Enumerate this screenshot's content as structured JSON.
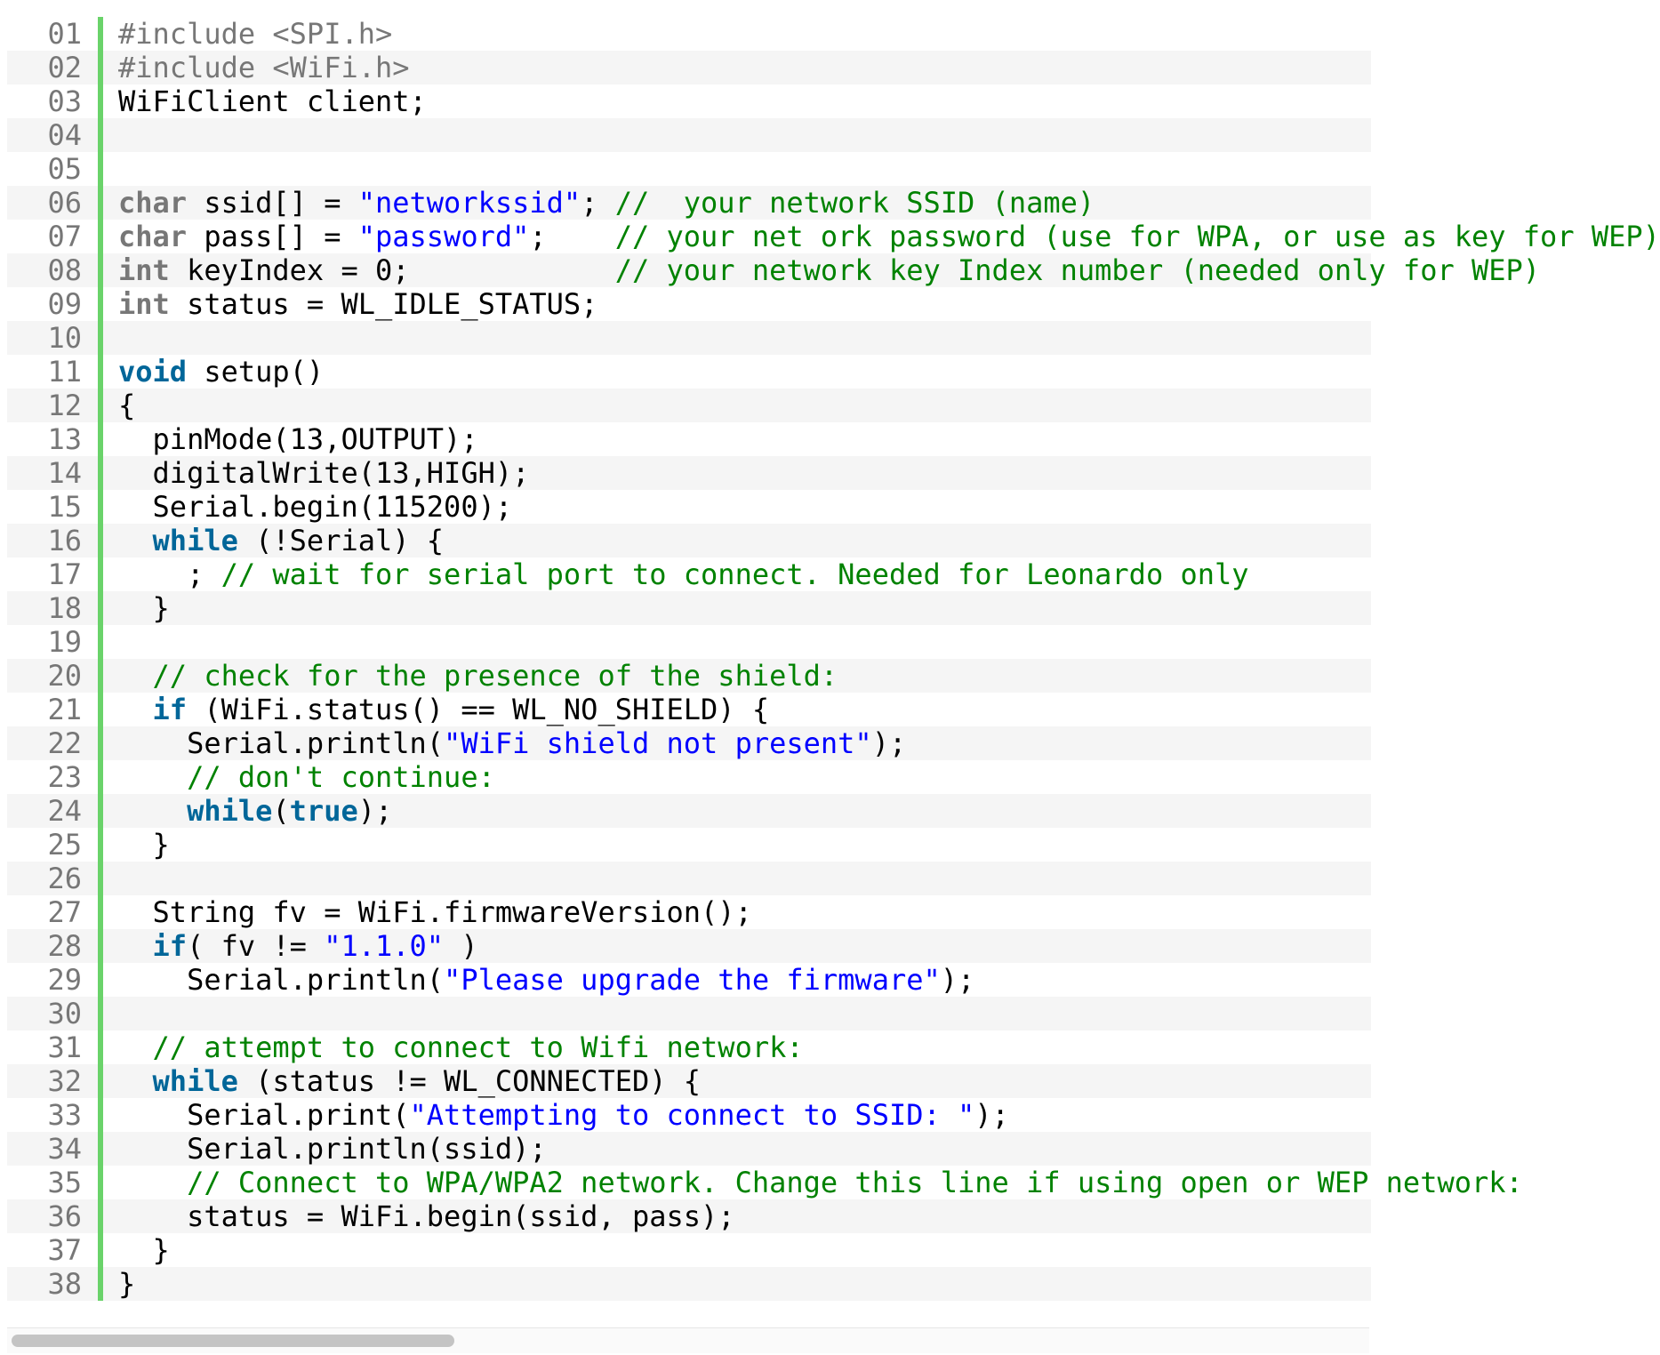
{
  "colors": {
    "keyword": "#006699",
    "type": "#777777",
    "string": "#0000ff",
    "comment": "#008200",
    "preprocessor": "#777777",
    "line_number": "#777777",
    "gutter_bar": "#6ad36a",
    "alt_row_bg": "#f5f5f5"
  },
  "code_lines": [
    {
      "number": "01",
      "tokens": [
        {
          "t": "#include <SPI.h>",
          "k": "preproc"
        }
      ]
    },
    {
      "number": "02",
      "tokens": [
        {
          "t": "#include <WiFi.h>",
          "k": "preproc"
        }
      ]
    },
    {
      "number": "03",
      "tokens": [
        {
          "t": "WiFiClient client;",
          "k": "plain"
        }
      ]
    },
    {
      "number": "04",
      "tokens": []
    },
    {
      "number": "05",
      "tokens": []
    },
    {
      "number": "06",
      "tokens": [
        {
          "t": "char",
          "k": "type"
        },
        {
          "t": " ssid[] = ",
          "k": "plain"
        },
        {
          "t": "\"networkssid\"",
          "k": "string"
        },
        {
          "t": "; ",
          "k": "plain"
        },
        {
          "t": "//  your network SSID (name)",
          "k": "comment"
        }
      ]
    },
    {
      "number": "07",
      "tokens": [
        {
          "t": "char",
          "k": "type"
        },
        {
          "t": " pass[] = ",
          "k": "plain"
        },
        {
          "t": "\"password\"",
          "k": "string"
        },
        {
          "t": ";    ",
          "k": "plain"
        },
        {
          "t": "// your net ork password (use for WPA, or use as key for WEP)",
          "k": "comment"
        }
      ]
    },
    {
      "number": "08",
      "tokens": [
        {
          "t": "int",
          "k": "type"
        },
        {
          "t": " keyIndex = 0;            ",
          "k": "plain"
        },
        {
          "t": "// your network key Index number (needed only for WEP)",
          "k": "comment"
        }
      ]
    },
    {
      "number": "09",
      "tokens": [
        {
          "t": "int",
          "k": "type"
        },
        {
          "t": " status = WL_IDLE_STATUS;",
          "k": "plain"
        }
      ]
    },
    {
      "number": "10",
      "tokens": []
    },
    {
      "number": "11",
      "tokens": [
        {
          "t": "void",
          "k": "keyword"
        },
        {
          "t": " setup()",
          "k": "plain"
        }
      ]
    },
    {
      "number": "12",
      "tokens": [
        {
          "t": "{",
          "k": "plain"
        }
      ]
    },
    {
      "number": "13",
      "tokens": [
        {
          "t": "  pinMode(13,OUTPUT);",
          "k": "plain"
        }
      ]
    },
    {
      "number": "14",
      "tokens": [
        {
          "t": "  digitalWrite(13,HIGH);",
          "k": "plain"
        }
      ]
    },
    {
      "number": "15",
      "tokens": [
        {
          "t": "  Serial.begin(115200);",
          "k": "plain"
        }
      ]
    },
    {
      "number": "16",
      "tokens": [
        {
          "t": "  ",
          "k": "plain"
        },
        {
          "t": "while",
          "k": "keyword"
        },
        {
          "t": " (!Serial) {",
          "k": "plain"
        }
      ]
    },
    {
      "number": "17",
      "tokens": [
        {
          "t": "    ; ",
          "k": "plain"
        },
        {
          "t": "// wait for serial port to connect. Needed for Leonardo only",
          "k": "comment"
        }
      ]
    },
    {
      "number": "18",
      "tokens": [
        {
          "t": "  }",
          "k": "plain"
        }
      ]
    },
    {
      "number": "19",
      "tokens": []
    },
    {
      "number": "20",
      "tokens": [
        {
          "t": "  ",
          "k": "plain"
        },
        {
          "t": "// check for the presence of the shield:",
          "k": "comment"
        }
      ]
    },
    {
      "number": "21",
      "tokens": [
        {
          "t": "  ",
          "k": "plain"
        },
        {
          "t": "if",
          "k": "keyword"
        },
        {
          "t": " (WiFi.status() == WL_NO_SHIELD) {",
          "k": "plain"
        }
      ]
    },
    {
      "number": "22",
      "tokens": [
        {
          "t": "    Serial.println(",
          "k": "plain"
        },
        {
          "t": "\"WiFi shield not present\"",
          "k": "string"
        },
        {
          "t": ");",
          "k": "plain"
        }
      ]
    },
    {
      "number": "23",
      "tokens": [
        {
          "t": "    ",
          "k": "plain"
        },
        {
          "t": "// don't continue:",
          "k": "comment"
        }
      ]
    },
    {
      "number": "24",
      "tokens": [
        {
          "t": "    ",
          "k": "plain"
        },
        {
          "t": "while",
          "k": "keyword"
        },
        {
          "t": "(",
          "k": "plain"
        },
        {
          "t": "true",
          "k": "keyword"
        },
        {
          "t": ");",
          "k": "plain"
        }
      ]
    },
    {
      "number": "25",
      "tokens": [
        {
          "t": "  }",
          "k": "plain"
        }
      ]
    },
    {
      "number": "26",
      "tokens": []
    },
    {
      "number": "27",
      "tokens": [
        {
          "t": "  String fv = WiFi.firmwareVersion();",
          "k": "plain"
        }
      ]
    },
    {
      "number": "28",
      "tokens": [
        {
          "t": "  ",
          "k": "plain"
        },
        {
          "t": "if",
          "k": "keyword"
        },
        {
          "t": "( fv != ",
          "k": "plain"
        },
        {
          "t": "\"1.1.0\"",
          "k": "string"
        },
        {
          "t": " )",
          "k": "plain"
        }
      ]
    },
    {
      "number": "29",
      "tokens": [
        {
          "t": "    Serial.println(",
          "k": "plain"
        },
        {
          "t": "\"Please upgrade the firmware\"",
          "k": "string"
        },
        {
          "t": ");",
          "k": "plain"
        }
      ]
    },
    {
      "number": "30",
      "tokens": []
    },
    {
      "number": "31",
      "tokens": [
        {
          "t": "  ",
          "k": "plain"
        },
        {
          "t": "// attempt to connect to Wifi network:",
          "k": "comment"
        }
      ]
    },
    {
      "number": "32",
      "tokens": [
        {
          "t": "  ",
          "k": "plain"
        },
        {
          "t": "while",
          "k": "keyword"
        },
        {
          "t": " (status != WL_CONNECTED) {",
          "k": "plain"
        }
      ]
    },
    {
      "number": "33",
      "tokens": [
        {
          "t": "    Serial.print(",
          "k": "plain"
        },
        {
          "t": "\"Attempting to connect to SSID: \"",
          "k": "string"
        },
        {
          "t": ");",
          "k": "plain"
        }
      ]
    },
    {
      "number": "34",
      "tokens": [
        {
          "t": "    Serial.println(ssid);",
          "k": "plain"
        }
      ]
    },
    {
      "number": "35",
      "tokens": [
        {
          "t": "    ",
          "k": "plain"
        },
        {
          "t": "// Connect to WPA/WPA2 network. Change this line if using open or WEP network:",
          "k": "comment"
        }
      ]
    },
    {
      "number": "36",
      "tokens": [
        {
          "t": "    status = WiFi.begin(ssid, pass);",
          "k": "plain"
        }
      ]
    },
    {
      "number": "37",
      "tokens": [
        {
          "t": "  }",
          "k": "plain"
        }
      ]
    },
    {
      "number": "38",
      "tokens": [
        {
          "t": "}",
          "k": "plain"
        }
      ]
    }
  ],
  "scrollbar": {
    "horizontal_position_fraction": 0.0,
    "visible_fraction": 0.33
  }
}
